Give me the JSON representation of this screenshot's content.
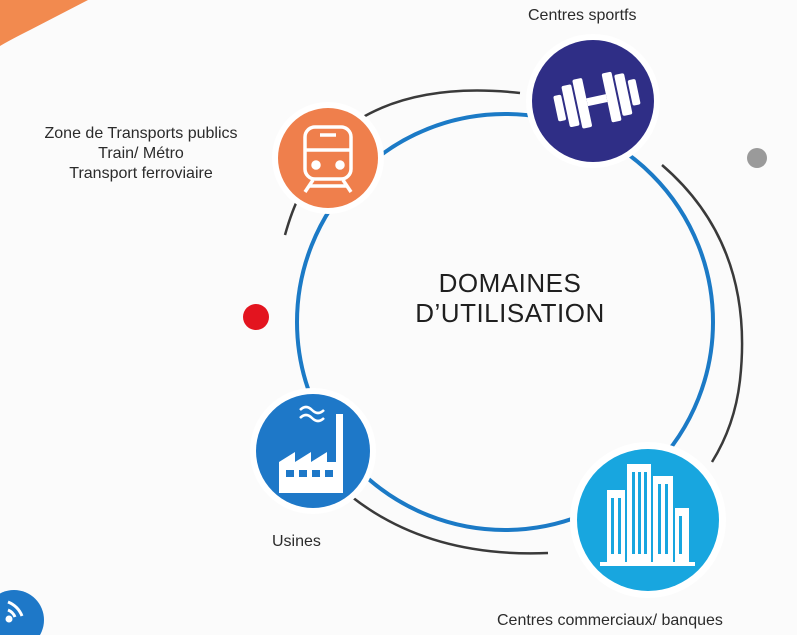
{
  "center": {
    "line1": "DOMAINES",
    "line2": "D’UTILISATION"
  },
  "nodes": {
    "transport": {
      "label_lines": [
        "Zone de Transports publics",
        "Train/ Métro",
        "Transport ferroviaire"
      ],
      "icon": "train-icon",
      "color": "#ef7f4c"
    },
    "sports": {
      "label": "Centres sportfs",
      "icon": "dumbbell-icon",
      "color": "#2f2e86"
    },
    "factories": {
      "label": "Usines",
      "icon": "factory-icon",
      "color": "#1e78c8"
    },
    "commercial": {
      "label": "Centres commerciaux/ banques",
      "icon": "buildings-icon",
      "color": "#18a6df"
    }
  },
  "colors": {
    "ring": "#1b7ac6",
    "arc": "#3a3a3a",
    "accent_top": "#f28a4f",
    "dot_red": "#e3141f",
    "dot_gray": "#9a9a9a"
  }
}
